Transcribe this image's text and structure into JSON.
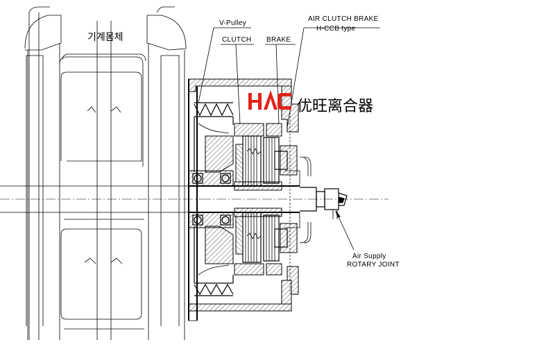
{
  "labels": {
    "v_pulley": "V-Pulley",
    "clutch": "CLUTCH",
    "brake": "BRAKE",
    "air_clutch_brake": "AIR CLUTCH BRAKE",
    "type": "H-CCB type",
    "machine_body": "기계몸체",
    "air_supply": "Air Supply",
    "rotary_joint": "ROTARY JOINT"
  },
  "brand": {
    "logo_text": "HAC",
    "name_cn": "优旺离合器",
    "logo_color": "#e2231a"
  }
}
